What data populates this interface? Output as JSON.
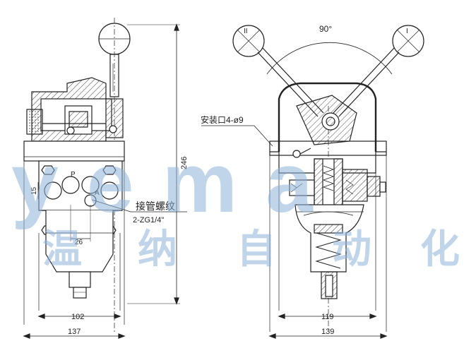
{
  "left_view": {
    "dim_height": "246",
    "dim_side": "15",
    "dim_inner": "26",
    "dim_mid": "102",
    "dim_width": "137",
    "port_p": "P",
    "port_a": "A",
    "thread_label": "接管螺纹",
    "thread_spec": "2-ZG1/4\""
  },
  "right_view": {
    "angle": "90°",
    "pos_left": "II",
    "pos_right": "I",
    "mount_label": "安装口4-ø9",
    "dim_inner": "119",
    "dim_width": "139"
  },
  "watermark": {
    "brand": "yema",
    "company": [
      "温",
      "纳",
      "自",
      "动",
      "化"
    ]
  },
  "colors": {
    "line": "#222222",
    "hatch": "#444444",
    "watermark": "#8fb3da"
  }
}
